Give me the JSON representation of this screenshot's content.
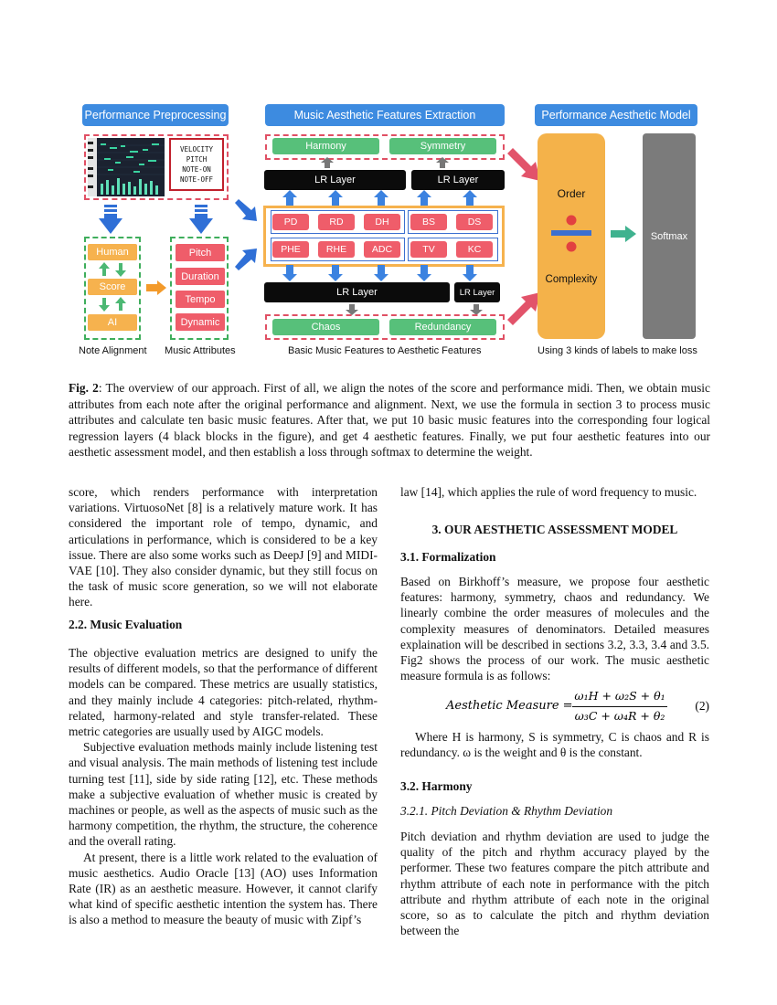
{
  "figure": {
    "headers": {
      "preprocessing": "Performance Preprocessing",
      "extraction": "Music Aesthetic Features Extraction",
      "model": "Performance Aesthetic Model"
    },
    "midi_events": [
      "VELOCITY",
      "PITCH",
      "NOTE-ON",
      "NOTE-OFF"
    ],
    "alignment_boxes": [
      "Human",
      "Score",
      "AI"
    ],
    "attributes": [
      "Pitch",
      "Duration",
      "Tempo",
      "Dynamic"
    ],
    "aesthetic_top": [
      "Harmony",
      "Symmetry"
    ],
    "aesthetic_bottom": [
      "Chaos",
      "Redundancy"
    ],
    "lr_layer": "LR Layer",
    "features_row1": [
      "PD",
      "RD",
      "DH",
      "BS",
      "DS"
    ],
    "features_row2": [
      "PHE",
      "RHE",
      "ADC",
      "TV",
      "KC"
    ],
    "order": "Order",
    "complexity": "Complexity",
    "softmax": "Softmax",
    "labels": {
      "note_alignment": "Note Alignment",
      "music_attributes": "Music Attributes",
      "basic_to_aesthetic": "Basic Music Features to Aesthetic Features",
      "labels_loss": "Using 3 kinds of labels to make loss"
    }
  },
  "caption": {
    "label": "Fig. 2",
    "text": ": The overview of our approach. First of all, we align the notes of the score and performance midi. Then, we obtain music attributes from each note after the original performance and alignment. Next, we use the formula in section 3 to process music attributes and calculate ten basic music features. After that, we put 10 basic music features into the corresponding four logical regression layers (4 black blocks in the figure), and get 4 aesthetic features. Finally, we put four aesthetic features into our aesthetic assessment model, and then establish a loss through softmax to determine the weight."
  },
  "left_column": {
    "para1": "score, which renders performance with interpretation variations. VirtuosoNet [8] is a relatively mature work. It has considered the important role of tempo, dynamic, and articulations in performance, which is considered to be a key issue. There are also some works such as DeepJ [9] and MIDI-VAE [10]. They also consider dynamic, but they still focus on the task of music score generation, so we will not elaborate here.",
    "section_22": "2.2. Music Evaluation",
    "para2": "The objective evaluation metrics are designed to unify the results of different models, so that the performance of different models can be compared. These metrics are usually statistics, and they mainly include 4 categories: pitch-related, rhythm-related, harmony-related and style transfer-related. These metric categories are usually used by AIGC models.",
    "para3": "Subjective evaluation methods mainly include listening test and visual analysis. The main methods of listening test include turning test [11], side by side rating [12], etc. These methods make a subjective evaluation of whether music is created by machines or people, as well as the aspects of music such as the harmony competition, the rhythm, the structure, the coherence and the overall rating.",
    "para4": "At present, there is a little work related to the evaluation of music aesthetics. Audio Oracle [13] (AO) uses Information Rate (IR) as an aesthetic measure. However, it cannot clarify what kind of specific aesthetic intention the system has. There is also a method to measure the beauty of music with Zipf’s"
  },
  "right_column": {
    "para1": "law [14], which applies the rule of word frequency to music.",
    "section_3": "3. OUR AESTHETIC ASSESSMENT MODEL",
    "section_31": "3.1. Formalization",
    "para2": "Based on Birkhoff’s measure, we propose four aesthetic features: harmony, symmetry, chaos and redundancy. We linearly combine the order measures of molecules and the complexity measures of denominators. Detailed measures explaination will be described in sections 3.2, 3.3, 3.4 and 3.5. Fig2 shows the process of our work. The music aesthetic measure formula is as follows:",
    "equation": {
      "lhs": "Aesthetic Measure =",
      "numerator": "ω₁H + ω₂S + θ₁",
      "denominator": "ω₃C + ω₄R + θ₂",
      "number": "(2)"
    },
    "para3": "Where H is harmony, S is symmetry, C is chaos and R is redundancy. ω is the weight and θ is the constant.",
    "section_32": "3.2. Harmony",
    "section_321": "3.2.1. Pitch Deviation & Rhythm Deviation",
    "para4": "Pitch deviation and rhythm deviation are used to judge the quality of the pitch and rhythm accuracy played by the performer. These two features compare the pitch attribute and rhythm attribute of each note in performance with the pitch attribute and rhythm attribute of each note in the original score, so as to calculate the pitch and rhythm deviation between the"
  }
}
